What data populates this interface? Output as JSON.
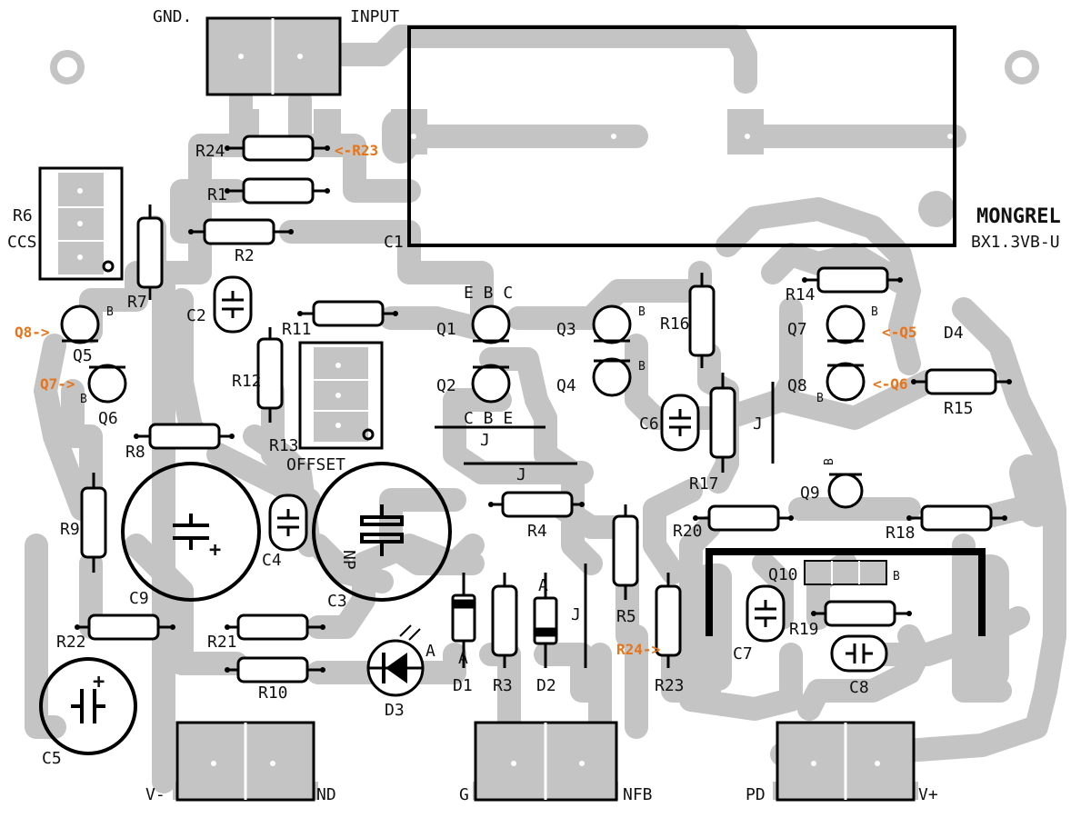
{
  "board": {
    "title": "MONGREL",
    "subtitle": "BX1.3VB-U",
    "colors": {
      "trace": "#c4c4c4",
      "ink": "#000000",
      "highlight": "#e8741a",
      "background": "#ffffff"
    }
  },
  "connectors": {
    "input_gnd": "GND.",
    "input_sig": "INPUT",
    "out_v_minus": "V-",
    "out_nd": "ND",
    "out_g": "G",
    "out_nfb": "NFB",
    "out_pd": "PD",
    "out_v_plus": "V+"
  },
  "labels": {
    "r1": "R1",
    "r2": "R2",
    "r3": "R3",
    "r4": "R4",
    "r5": "R5",
    "r6": "R6",
    "ccs": "CCS",
    "r7": "R7",
    "r8": "R8",
    "r9": "R9",
    "r10": "R10",
    "r11": "R11",
    "r12": "R12",
    "r13": "R13",
    "r14": "R14",
    "r15": "R15",
    "r16": "R16",
    "r17": "R17",
    "r18": "R18",
    "r19": "R19",
    "r20": "R20",
    "r21": "R21",
    "r22": "R22",
    "r23": "R23",
    "r24": "R24",
    "c1": "C1",
    "c2": "C2",
    "c3": "C3",
    "c4": "C4",
    "c5": "C5",
    "c6": "C6",
    "c7": "C7",
    "c8": "C8",
    "c9": "C9",
    "d1": "D1",
    "d2": "D2",
    "d3": "D3",
    "d4": "D4",
    "q1": "Q1",
    "q2": "Q2",
    "q3": "Q3",
    "q4": "Q4",
    "q5": "Q5",
    "q6": "Q6",
    "q7": "Q7",
    "q8": "Q8",
    "q9": "Q9",
    "q10": "Q10",
    "offset": "OFFSET",
    "np": "NP",
    "ebc": "E B C",
    "cbe": "C B E",
    "j": "J",
    "b": "B",
    "a": "A",
    "plus": "+"
  },
  "annotations": {
    "r23_arrow": "<-R23",
    "r24_arrow": "R24->",
    "q8_arrow": "Q8->",
    "q7_arrow": "Q7->",
    "q5_arrow": "<-Q5",
    "q6_arrow": "<-Q6"
  }
}
